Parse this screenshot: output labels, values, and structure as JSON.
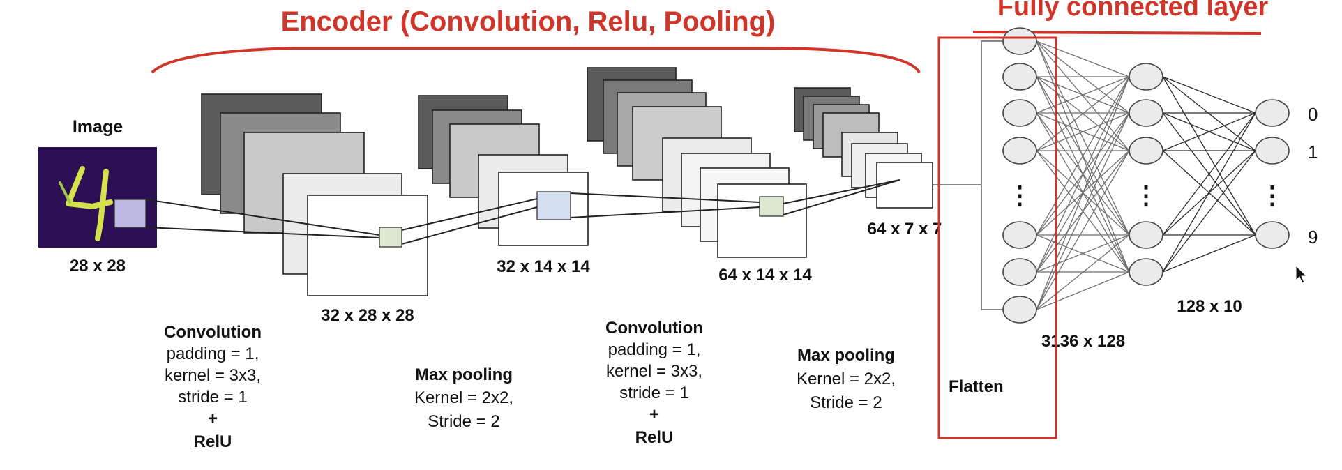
{
  "titles": {
    "encoder": "Encoder (Convolution, Relu, Pooling)",
    "fc": "Fully connected layer"
  },
  "image": {
    "caption": "Image",
    "size": "28 x 28"
  },
  "feature_maps": [
    {
      "size": "32 x 28 x 28"
    },
    {
      "size": "32 x 14 x 14"
    },
    {
      "size": "64 x 14 x 14"
    },
    {
      "size": "64 x 7 x 7"
    }
  ],
  "operations": [
    {
      "title": "Convolution",
      "lines": [
        "padding = 1,",
        "kernel = 3x3,",
        "stride = 1",
        "+"
      ],
      "extra": "RelU"
    },
    {
      "title": "Max pooling",
      "lines": [
        "Kernel = 2x2,",
        "Stride = 2"
      ]
    },
    {
      "title": "Convolution",
      "lines": [
        "padding = 1,",
        "kernel = 3x3,",
        "stride = 1",
        "+"
      ],
      "extra": "RelU"
    },
    {
      "title": "Max pooling",
      "lines": [
        "Kernel = 2x2,",
        "Stride = 2"
      ]
    }
  ],
  "flatten": {
    "label": "Flatten"
  },
  "dense": {
    "hidden_label": "3136 x 128",
    "output_label": "128 x 10",
    "outputs": [
      "0",
      "1",
      "9"
    ],
    "ellipsis": "⋮"
  },
  "colors": {
    "accent_red": "#d0352a",
    "digit_bg": "#2c0f55",
    "digit_stroke": "#d6e24b",
    "kernel_green": "#dde8d0",
    "kernel_blue": "#d3deef"
  }
}
